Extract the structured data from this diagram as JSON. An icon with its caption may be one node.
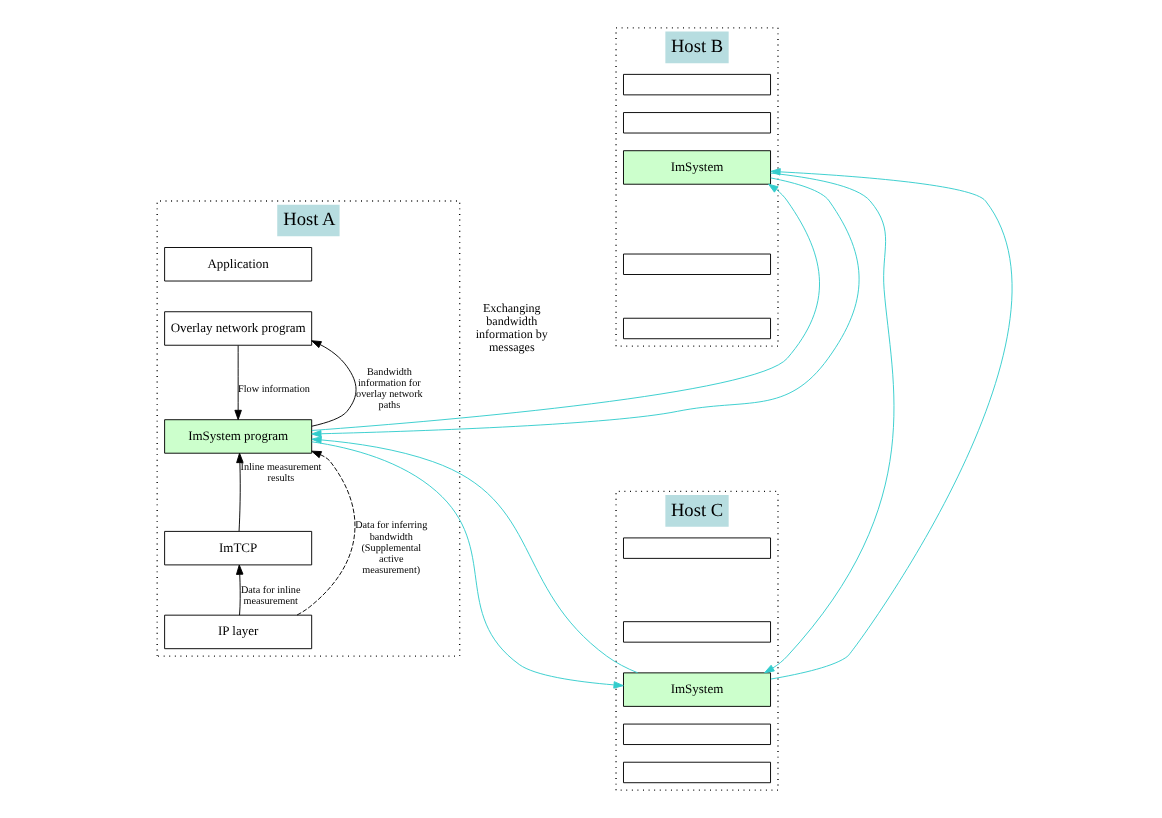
{
  "diagram": {
    "nodes": [
      {
        "text": [
          "Host A"
        ]
      },
      {
        "text": [
          "Application"
        ],
        "in": 0
      },
      {
        "text": [
          "Overlay network program"
        ],
        "in": 0
      },
      {
        "text": [
          "ImSystem program"
        ],
        "in": 0
      },
      {
        "text": [
          "ImTCP"
        ],
        "in": 0
      },
      {
        "text": [
          "IP layer"
        ],
        "in": 0
      },
      {
        "text": [
          "Host B"
        ]
      },
      {
        "text": [],
        "shape": "box",
        "in": 6
      },
      {
        "text": [],
        "shape": "box",
        "in": 6
      },
      {
        "text": [
          "ImSystem"
        ],
        "in": 6
      },
      {
        "text": [],
        "shape": "box",
        "in": 6
      },
      {
        "text": [],
        "shape": "box",
        "in": 6
      },
      {
        "text": [
          "Host C"
        ]
      },
      {
        "text": [],
        "shape": "box",
        "in": 12
      },
      {
        "text": [],
        "shape": "box",
        "in": 12
      },
      {
        "text": [
          "ImSystem"
        ],
        "in": 12
      },
      {
        "text": [],
        "shape": "box",
        "in": 12
      },
      {
        "text": [],
        "shape": "box",
        "in": 12
      }
    ],
    "edges": [
      {
        "from": 3,
        "to": 2,
        "arrow": "to",
        "color": "#000000",
        "label": "Bandwidth information for overlay network paths"
      },
      {
        "from": 4,
        "to": 3,
        "arrow": "to",
        "color": "#000000",
        "label": "Inline measurement results"
      },
      {
        "from": 5,
        "to": 4,
        "arrow": "to",
        "color": "#000000",
        "label": "Data for inline measurement"
      },
      {
        "from": 2,
        "to": 3,
        "arrow": "to",
        "color": "#000000",
        "label": "Flow information"
      },
      {
        "from": 5,
        "to": 3,
        "arrow": "to",
        "style": "dashed",
        "color": "#000000",
        "label": "Data for inferring bandwidth (Supplemental active measurement)"
      },
      {
        "from": 3,
        "to": 9,
        "arrow": "to",
        "color": "#33cccc"
      },
      {
        "from": 9,
        "to": 3,
        "arrow": "to",
        "color": "#33cccc"
      },
      {
        "from": 3,
        "to": 15,
        "arrow": "to",
        "color": "#33cccc"
      },
      {
        "from": 15,
        "to": 3,
        "arrow": "to",
        "color": "#33cccc"
      },
      {
        "from": 15,
        "to": 9,
        "arrow": "to",
        "color": "#33cccc"
      },
      {
        "from": 9,
        "to": 15,
        "arrow": "to",
        "color": "#33cccc"
      }
    ],
    "labels": [
      "Exchanging bandwidth information by messages"
    ]
  }
}
